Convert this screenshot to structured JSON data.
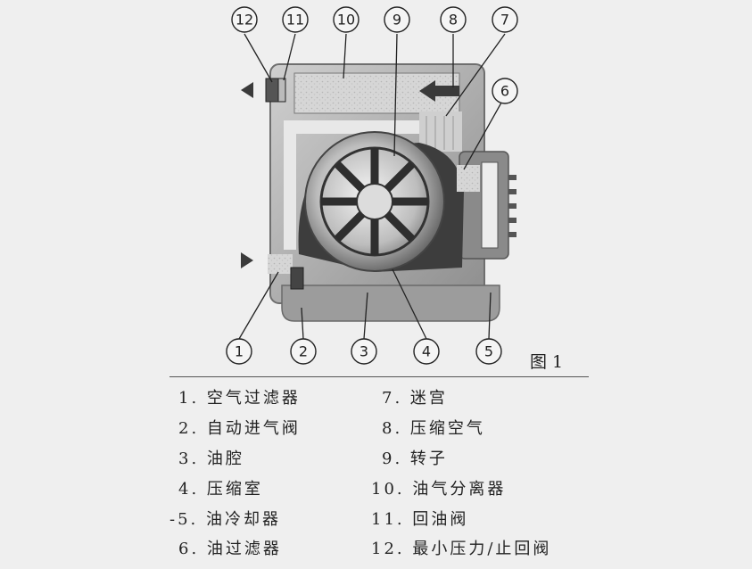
{
  "figure": {
    "title": "图 1"
  },
  "callouts": [
    "12",
    "11",
    "10",
    "9",
    "8",
    "7",
    "6",
    "1",
    "2",
    "3",
    "4",
    "5"
  ],
  "legend": {
    "left": [
      "1. 空气过滤器",
      "2. 自动进气阀",
      "3. 油腔",
      "4. 压缩室",
      "-5. 油冷却器",
      "6. 油过滤器"
    ],
    "right": [
      "7. 迷宫",
      "8. 压缩空气",
      "9. 转子",
      "10. 油气分离器",
      "11. 回油阀",
      "12. 最小压力/止回阀"
    ]
  },
  "colors": {
    "background": "#efefef",
    "housing": "#a9a9a9",
    "dark": "#3a3a3a",
    "line": "#222222"
  }
}
